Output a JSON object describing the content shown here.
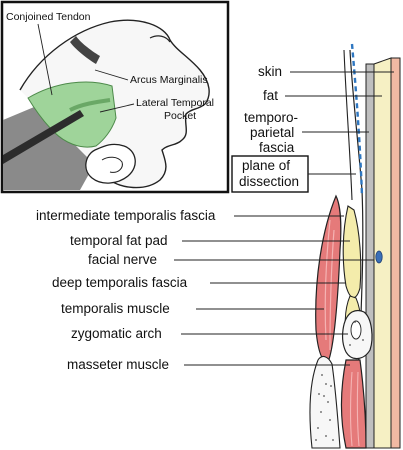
{
  "inset": {
    "labels": {
      "conjoined_tendon": "Conjoined Tendon",
      "arcus_marginalis": "Arcus Marginalis",
      "lateral_temporal_pocket_1": "Lateral Temporal",
      "lateral_temporal_pocket_2": "Pocket"
    }
  },
  "layers": {
    "skin": "skin",
    "fat": "fat",
    "tp_fascia_1": "temporo-",
    "tp_fascia_2": "parietal",
    "tp_fascia_3": "fascia",
    "plane_1": "plane of",
    "plane_2": "dissection"
  },
  "structures": {
    "intermediate_fascia": "intermediate temporalis fascia",
    "fat_pad": "temporal fat pad",
    "facial_nerve": "facial nerve",
    "deep_fascia": "deep temporalis fascia",
    "temporalis_muscle": "temporalis muscle",
    "zygomatic_arch": "zygomatic arch",
    "masseter_muscle": "masseter muscle"
  },
  "colors": {
    "skin_band": "#f2b9a3",
    "fat_layer": "#f6f0c4",
    "fascia_gray": "#bfbfbf",
    "muscle": "#e57a7a",
    "fat_pad": "#f4ecab",
    "nerve": "#3a6fb7",
    "dissection_plane": "#2e77c1",
    "pocket_green": "#9fd49a"
  }
}
